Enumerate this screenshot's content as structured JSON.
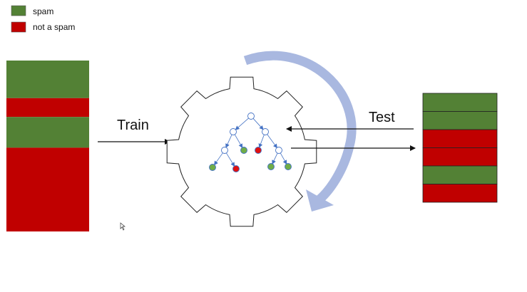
{
  "legend": {
    "items": [
      {
        "label": "spam",
        "color": "#538135"
      },
      {
        "label": "not a spam",
        "color": "#c00000"
      }
    ]
  },
  "training_set": {
    "segments": [
      "spam",
      "not a spam",
      "spam",
      "not a spam"
    ],
    "segment_shares": [
      0.22,
      0.11,
      0.18,
      0.49
    ]
  },
  "labels": {
    "train": "Train",
    "test": "Test"
  },
  "test_set": {
    "rows": [
      "spam",
      "spam",
      "not a spam",
      "not a spam",
      "spam",
      "not a spam"
    ]
  },
  "colors": {
    "spam": "#538135",
    "not_spam": "#c00000",
    "cycle_arrow": "#a9b8e0",
    "tree_edge": "#4472c4",
    "gear_stroke": "#222222"
  },
  "icons": {
    "gear": "gear-icon",
    "cycle": "circular-arrow-icon",
    "tree": "decision-tree-icon"
  }
}
